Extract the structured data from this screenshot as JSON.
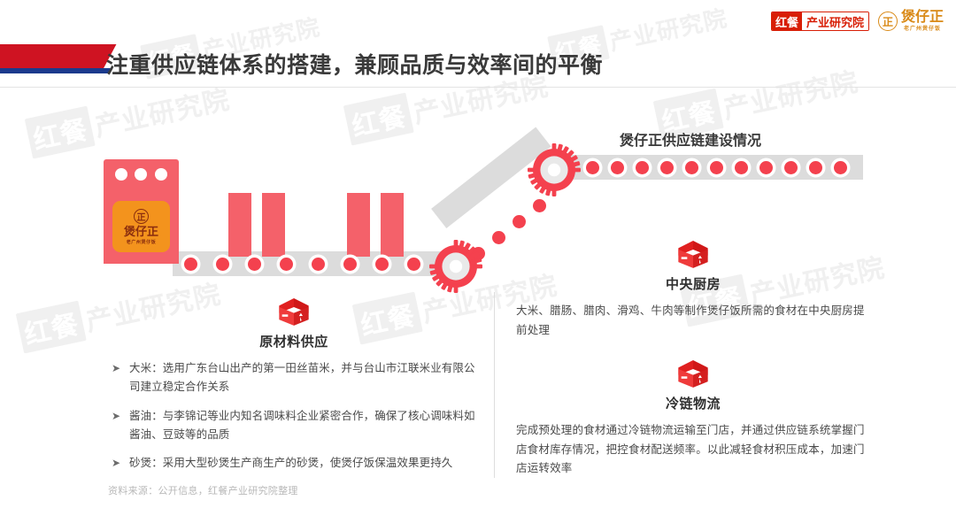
{
  "header": {
    "title": "注重供应链体系的搭建，兼顾品质与效率间的平衡"
  },
  "logos": {
    "institute_mark": "红餐",
    "institute_name": "产业研究院",
    "brand_seal": "正",
    "brand_name": "煲仔正",
    "brand_sub": "老广州煲仔饭"
  },
  "diagram": {
    "store_seal": "正",
    "store_name": "煲仔正",
    "store_sub": "老广州煲仔饭",
    "chain_title": "煲仔正供应链建设情况"
  },
  "blocks": [
    {
      "id": "raw-material-supply",
      "icon": "open-box-icon",
      "heading": "原材料供应",
      "bullets": [
        "大米：选用广东台山出产的第一田丝苗米，并与台山市江联米业有限公司建立稳定合作关系",
        "酱油：与李锦记等业内知名调味料企业紧密合作，确保了核心调味料如酱油、豆豉等的品质",
        "砂煲：采用大型砂煲生产商生产的砂煲，使煲仔饭保温效果更持久"
      ]
    },
    {
      "id": "central-kitchen",
      "icon": "open-box-icon",
      "heading": "中央厨房",
      "body": "大米、腊肠、腊肉、滑鸡、牛肉等制作煲仔饭所需的食材在中央厨房提前处理"
    },
    {
      "id": "cold-chain-logistics",
      "icon": "open-box-icon",
      "heading": "冷链物流",
      "body": "完成预处理的食材通过冷链物流运输至门店，并通过供应链系统掌握门店食材库存情况，把控食材配送频率。以此减轻食材积压成本，加速门店运转效率"
    }
  ],
  "footnote": {
    "text": "资料来源：公开信息，红餐产业研究院整理"
  },
  "watermark": {
    "mark": "红餐",
    "text": "产业研究院"
  },
  "colors": {
    "accent_red": "#f4414e",
    "store_red": "#f4616a",
    "flag_red": "#cf1322",
    "flag_blue": "#1b3a8c",
    "belt_grey": "#dcdcdc",
    "brand_orange": "#d98a18",
    "badge_orange": "#f3931d",
    "title_grey": "#3a3a3a"
  }
}
